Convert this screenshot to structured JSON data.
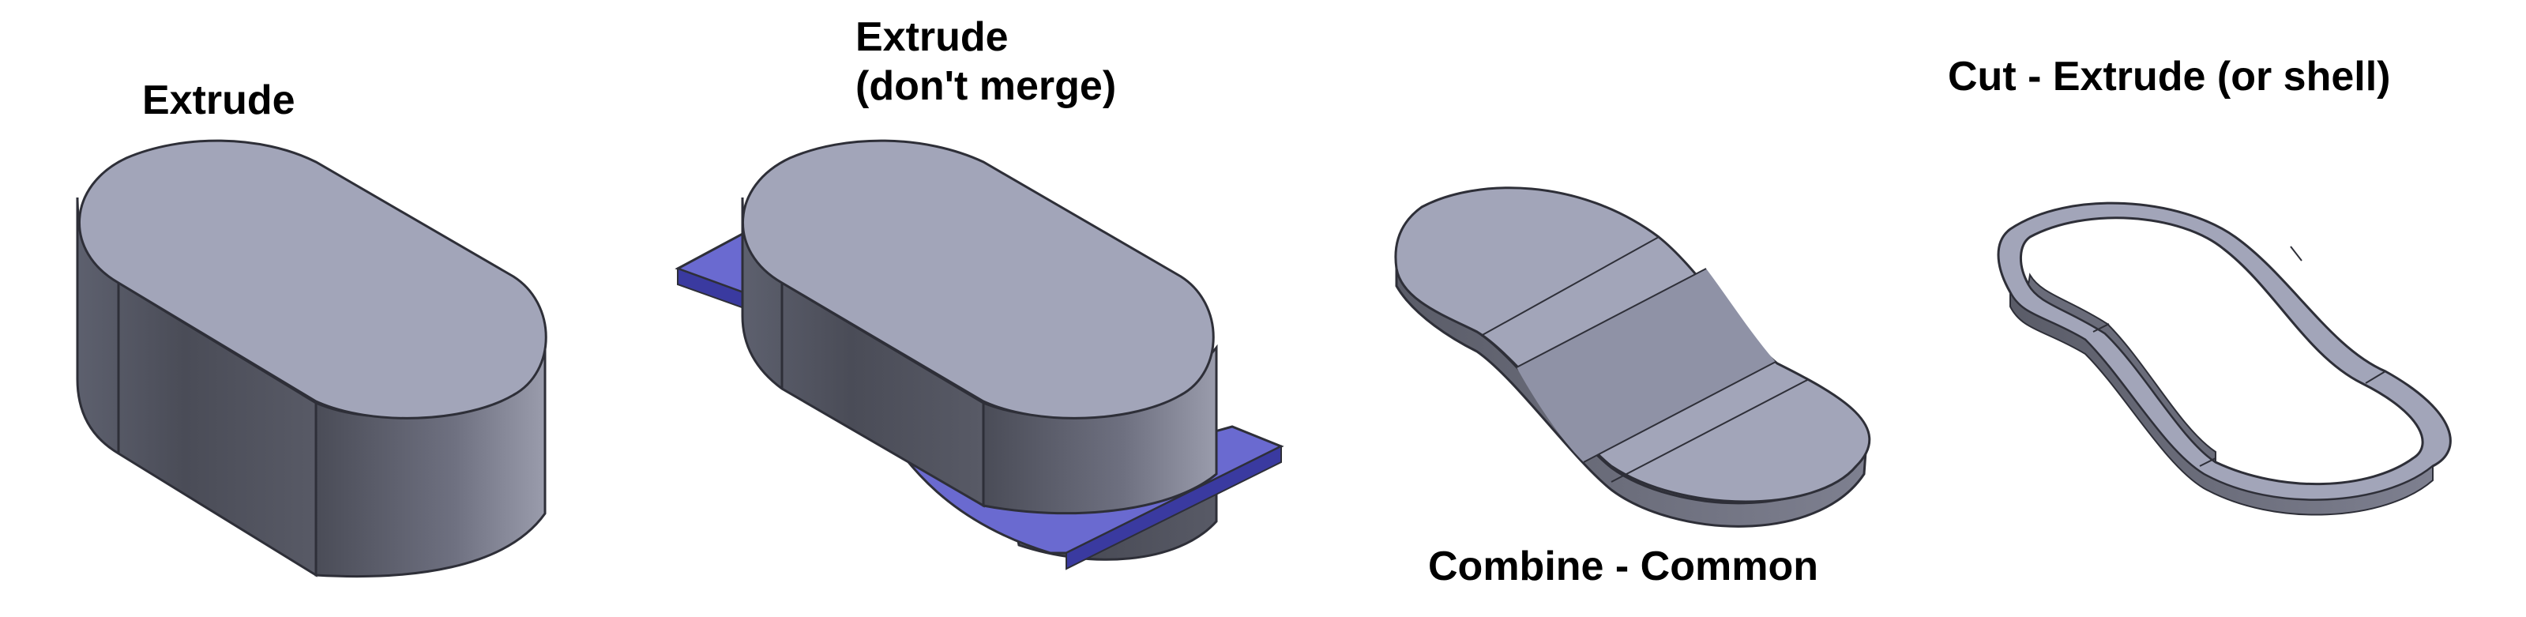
{
  "labels": {
    "extrude": "Extrude",
    "extrude_nomerge_line1": "Extrude",
    "extrude_nomerge_line2": "(don't merge)",
    "combine_common": "Combine - Common",
    "cut_extrude": "Cut - Extrude (or shell)"
  },
  "colors": {
    "top_face": "#a2a5b9",
    "side_dark": "#4c4e5a",
    "side_light": "#888a9a",
    "plate_top": "#6a6ad0",
    "plate_edge": "#3a3aa0",
    "outline": "#2e2f38"
  },
  "figures": [
    {
      "id": "extruded-obround-solid"
    },
    {
      "id": "extruded-solid-with-sheet"
    },
    {
      "id": "combined-common-solid"
    },
    {
      "id": "shelled-ring"
    }
  ]
}
